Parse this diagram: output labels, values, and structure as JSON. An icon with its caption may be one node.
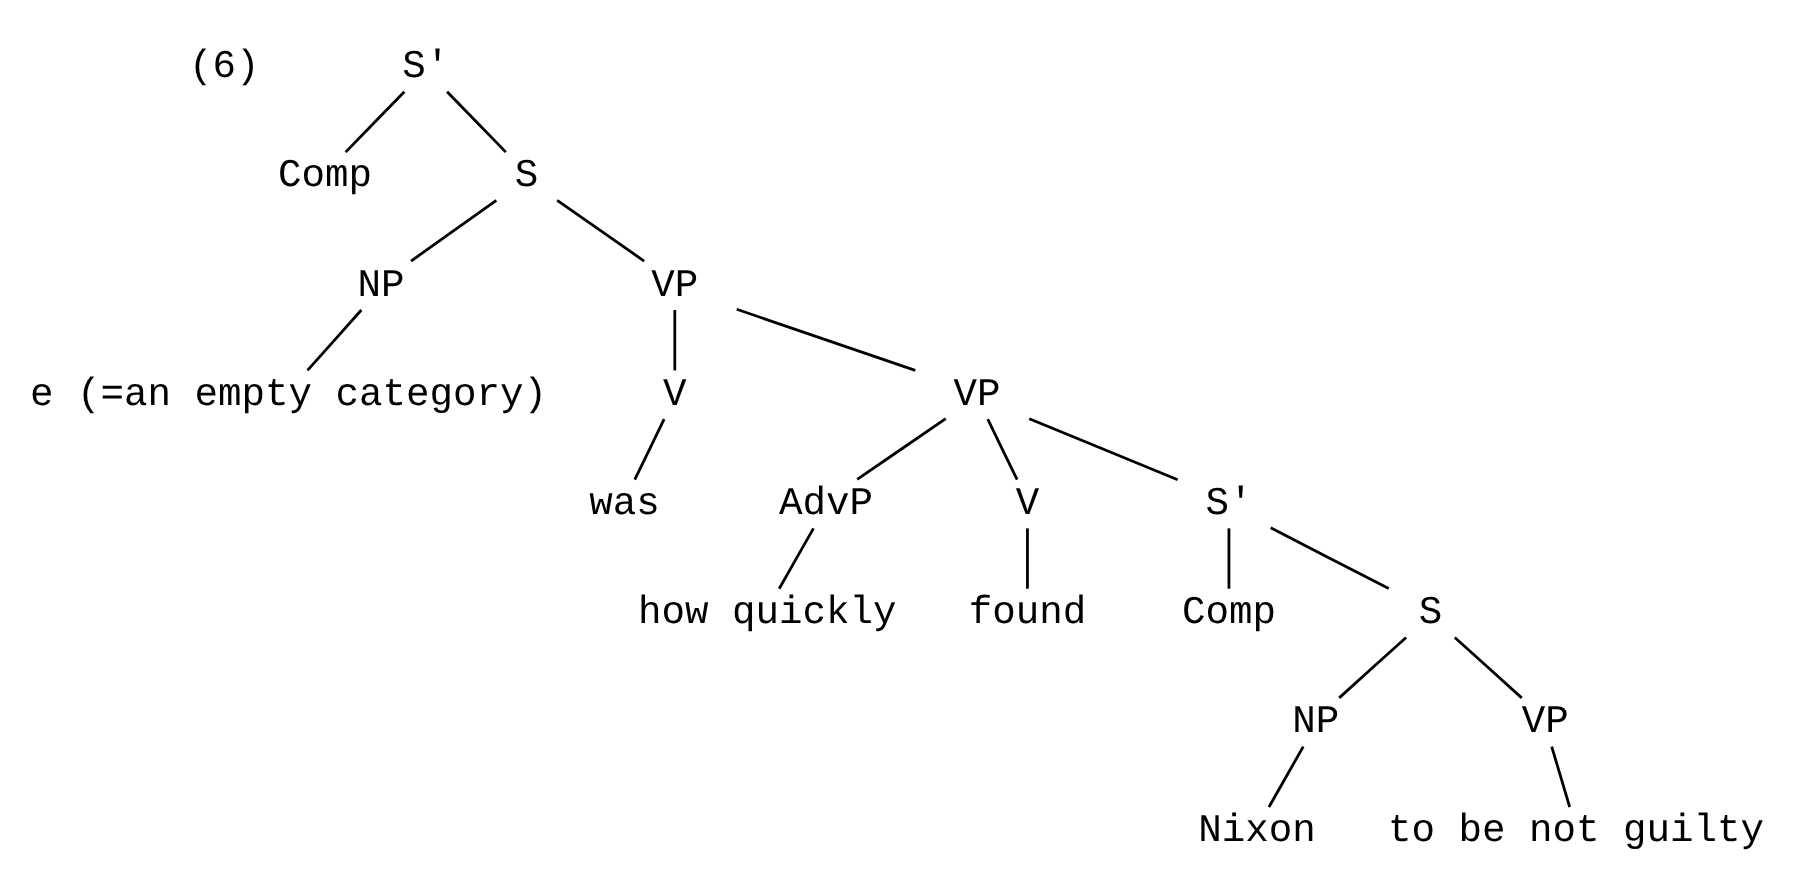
{
  "diagram": {
    "nodes": [
      {
        "text": [
          "S'"
        ]
      },
      {
        "text": [
          "Comp"
        ]
      },
      {
        "text": [
          "S"
        ]
      },
      {
        "text": [
          "NP"
        ]
      },
      {
        "text": [
          "e (=an empty category)"
        ]
      },
      {
        "text": [
          "VP"
        ]
      },
      {
        "text": [
          "V"
        ]
      },
      {
        "text": [
          "was"
        ]
      },
      {
        "text": [
          "VP"
        ]
      },
      {
        "text": [
          "AdvP"
        ]
      },
      {
        "text": [
          "how quickly"
        ]
      },
      {
        "text": [
          "V"
        ]
      },
      {
        "text": [
          "found"
        ]
      },
      {
        "text": [
          "S'"
        ]
      },
      {
        "text": [
          "Comp"
        ]
      },
      {
        "text": [
          "S"
        ]
      },
      {
        "text": [
          "NP"
        ]
      },
      {
        "text": [
          "VP"
        ]
      },
      {
        "text": [
          "Nixon"
        ]
      },
      {
        "text": [
          "to be not guilty"
        ]
      }
    ],
    "edges": [
      {
        "from": 0,
        "to": 1,
        "arrow": "none"
      },
      {
        "from": 0,
        "to": 2,
        "arrow": "none"
      },
      {
        "from": 2,
        "to": 3,
        "arrow": "none"
      },
      {
        "from": 3,
        "to": 4,
        "arrow": "none"
      },
      {
        "from": 2,
        "to": 5,
        "arrow": "none"
      },
      {
        "from": 5,
        "to": 6,
        "arrow": "none"
      },
      {
        "from": 6,
        "to": 7,
        "arrow": "none"
      },
      {
        "from": 5,
        "to": 8,
        "arrow": "none"
      },
      {
        "from": 8,
        "to": 9,
        "arrow": "none"
      },
      {
        "from": 9,
        "to": 10,
        "arrow": "none"
      },
      {
        "from": 8,
        "to": 11,
        "arrow": "none"
      },
      {
        "from": 11,
        "to": 12,
        "arrow": "none"
      },
      {
        "from": 8,
        "to": 13,
        "arrow": "none"
      },
      {
        "from": 13,
        "to": 14,
        "arrow": "none"
      },
      {
        "from": 13,
        "to": 15,
        "arrow": "none"
      },
      {
        "from": 15,
        "to": 16,
        "arrow": "none"
      },
      {
        "from": 15,
        "to": 17,
        "arrow": "none"
      },
      {
        "from": 16,
        "to": 18,
        "arrow": "none"
      },
      {
        "from": 17,
        "to": 19,
        "arrow": "none"
      }
    ],
    "labels": [
      "(6)"
    ]
  }
}
